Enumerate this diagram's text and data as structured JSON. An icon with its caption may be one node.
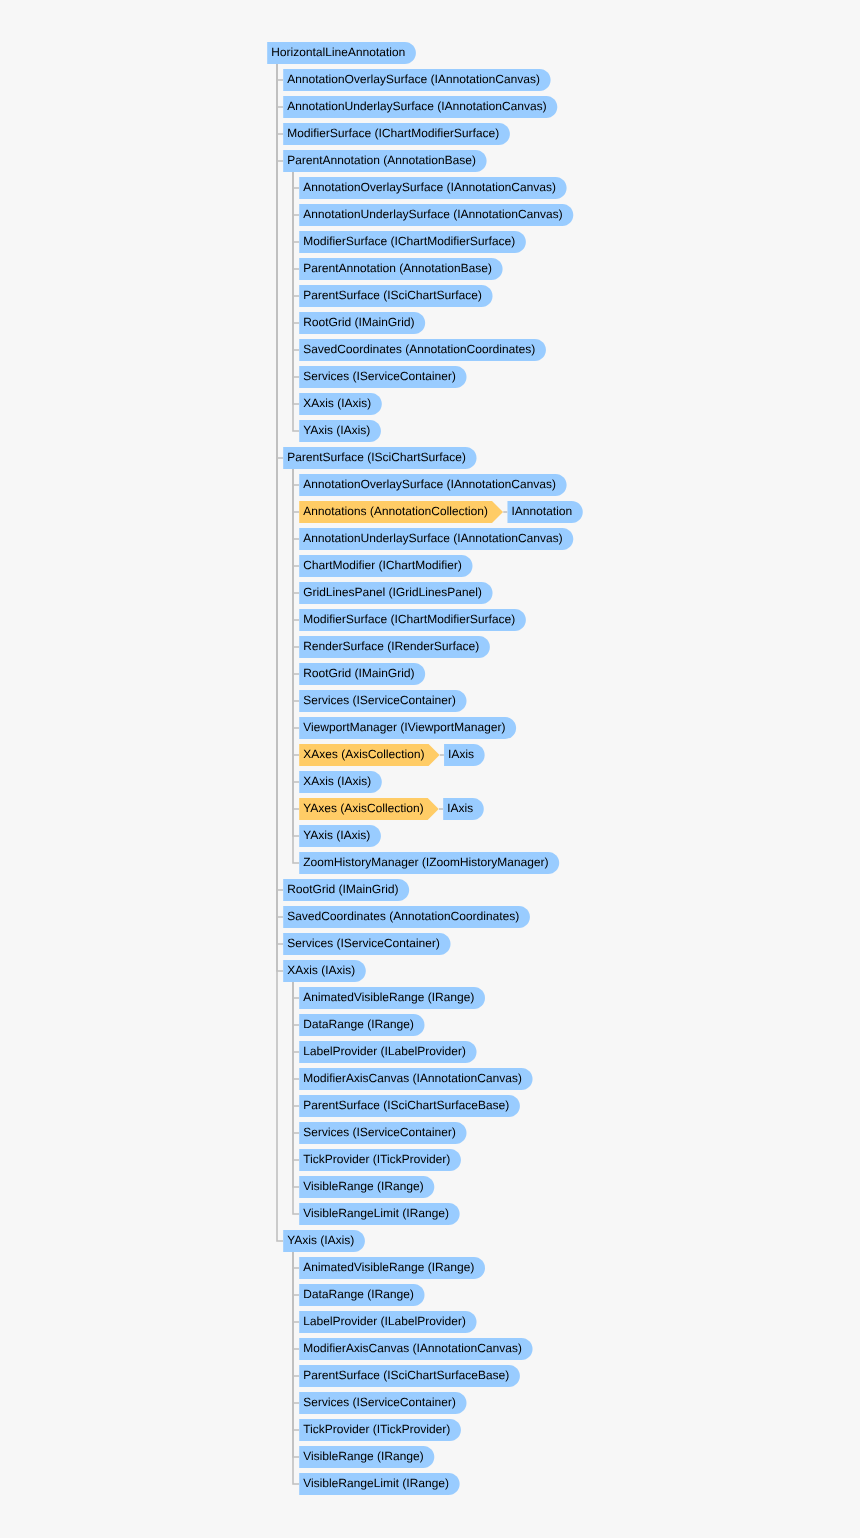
{
  "diagram": {
    "nodes": [
      {
        "text": [
          "HorizontalLineAnnotation"
        ]
      },
      {
        "text": [
          "AnnotationOverlaySurface (IAnnotationCanvas)"
        ]
      },
      {
        "text": [
          "AnnotationUnderlaySurface (IAnnotationCanvas)"
        ]
      },
      {
        "text": [
          "ModifierSurface (IChartModifierSurface)"
        ]
      },
      {
        "text": [
          "ParentAnnotation (AnnotationBase)"
        ]
      },
      {
        "text": [
          "AnnotationOverlaySurface (IAnnotationCanvas)"
        ]
      },
      {
        "text": [
          "AnnotationUnderlaySurface (IAnnotationCanvas)"
        ]
      },
      {
        "text": [
          "ModifierSurface (IChartModifierSurface)"
        ]
      },
      {
        "text": [
          "ParentAnnotation (AnnotationBase)"
        ]
      },
      {
        "text": [
          "ParentSurface (ISciChartSurface)"
        ]
      },
      {
        "text": [
          "RootGrid (IMainGrid)"
        ]
      },
      {
        "text": [
          "SavedCoordinates (AnnotationCoordinates)"
        ]
      },
      {
        "text": [
          "Services (IServiceContainer)"
        ]
      },
      {
        "text": [
          "XAxis (IAxis)"
        ]
      },
      {
        "text": [
          "YAxis (IAxis)"
        ]
      },
      {
        "text": [
          "ParentSurface (ISciChartSurface)"
        ]
      },
      {
        "text": [
          "AnnotationOverlaySurface (IAnnotationCanvas)"
        ]
      },
      {
        "text": [
          "Annotations (AnnotationCollection)"
        ]
      },
      {
        "text": [
          "IAnnotation"
        ]
      },
      {
        "text": [
          "AnnotationUnderlaySurface (IAnnotationCanvas)"
        ]
      },
      {
        "text": [
          "ChartModifier (IChartModifier)"
        ]
      },
      {
        "text": [
          "GridLinesPanel (IGridLinesPanel)"
        ]
      },
      {
        "text": [
          "ModifierSurface (IChartModifierSurface)"
        ]
      },
      {
        "text": [
          "RenderSurface (IRenderSurface)"
        ]
      },
      {
        "text": [
          "RootGrid (IMainGrid)"
        ]
      },
      {
        "text": [
          "Services (IServiceContainer)"
        ]
      },
      {
        "text": [
          "ViewportManager (IViewportManager)"
        ]
      },
      {
        "text": [
          "XAxes (AxisCollection)"
        ]
      },
      {
        "text": [
          "IAxis"
        ]
      },
      {
        "text": [
          "XAxis (IAxis)"
        ]
      },
      {
        "text": [
          "YAxes (AxisCollection)"
        ]
      },
      {
        "text": [
          "IAxis"
        ]
      },
      {
        "text": [
          "YAxis (IAxis)"
        ]
      },
      {
        "text": [
          "ZoomHistoryManager (IZoomHistoryManager)"
        ]
      },
      {
        "text": [
          "RootGrid (IMainGrid)"
        ]
      },
      {
        "text": [
          "SavedCoordinates (AnnotationCoordinates)"
        ]
      },
      {
        "text": [
          "Services (IServiceContainer)"
        ]
      },
      {
        "text": [
          "XAxis (IAxis)"
        ]
      },
      {
        "text": [
          "AnimatedVisibleRange (IRange)"
        ]
      },
      {
        "text": [
          "DataRange (IRange)"
        ]
      },
      {
        "text": [
          "LabelProvider (ILabelProvider)"
        ]
      },
      {
        "text": [
          "ModifierAxisCanvas (IAnnotationCanvas)"
        ]
      },
      {
        "text": [
          "ParentSurface (ISciChartSurfaceBase)"
        ]
      },
      {
        "text": [
          "Services (IServiceContainer)"
        ]
      },
      {
        "text": [
          "TickProvider (ITickProvider)"
        ]
      },
      {
        "text": [
          "VisibleRange (IRange)"
        ]
      },
      {
        "text": [
          "VisibleRangeLimit (IRange)"
        ]
      },
      {
        "text": [
          "YAxis (IAxis)"
        ]
      },
      {
        "text": [
          "AnimatedVisibleRange (IRange)"
        ]
      },
      {
        "text": [
          "DataRange (IRange)"
        ]
      },
      {
        "text": [
          "LabelProvider (ILabelProvider)"
        ]
      },
      {
        "text": [
          "ModifierAxisCanvas (IAnnotationCanvas)"
        ]
      },
      {
        "text": [
          "ParentSurface (ISciChartSurfaceBase)"
        ]
      },
      {
        "text": [
          "Services (IServiceContainer)"
        ]
      },
      {
        "text": [
          "TickProvider (ITickProvider)"
        ]
      },
      {
        "text": [
          "VisibleRange (IRange)"
        ]
      },
      {
        "text": [
          "VisibleRangeLimit (IRange)"
        ]
      }
    ],
    "edges": [
      {
        "from": 0,
        "to": 1,
        "arrow": "none"
      },
      {
        "from": 0,
        "to": 2,
        "arrow": "none"
      },
      {
        "from": 0,
        "to": 3,
        "arrow": "none"
      },
      {
        "from": 0,
        "to": 4,
        "arrow": "none"
      },
      {
        "from": 4,
        "to": 5,
        "arrow": "none"
      },
      {
        "from": 4,
        "to": 6,
        "arrow": "none"
      },
      {
        "from": 4,
        "to": 7,
        "arrow": "none"
      },
      {
        "from": 4,
        "to": 8,
        "arrow": "none"
      },
      {
        "from": 4,
        "to": 9,
        "arrow": "none"
      },
      {
        "from": 4,
        "to": 10,
        "arrow": "none"
      },
      {
        "from": 4,
        "to": 11,
        "arrow": "none"
      },
      {
        "from": 4,
        "to": 12,
        "arrow": "none"
      },
      {
        "from": 4,
        "to": 13,
        "arrow": "none"
      },
      {
        "from": 4,
        "to": 14,
        "arrow": "none"
      },
      {
        "from": 0,
        "to": 15,
        "arrow": "none"
      },
      {
        "from": 15,
        "to": 16,
        "arrow": "none"
      },
      {
        "from": 15,
        "to": 17,
        "arrow": "none"
      },
      {
        "from": 17,
        "to": 18,
        "arrow": "none"
      },
      {
        "from": 15,
        "to": 19,
        "arrow": "none"
      },
      {
        "from": 15,
        "to": 20,
        "arrow": "none"
      },
      {
        "from": 15,
        "to": 21,
        "arrow": "none"
      },
      {
        "from": 15,
        "to": 22,
        "arrow": "none"
      },
      {
        "from": 15,
        "to": 23,
        "arrow": "none"
      },
      {
        "from": 15,
        "to": 24,
        "arrow": "none"
      },
      {
        "from": 15,
        "to": 25,
        "arrow": "none"
      },
      {
        "from": 15,
        "to": 26,
        "arrow": "none"
      },
      {
        "from": 15,
        "to": 27,
        "arrow": "none"
      },
      {
        "from": 27,
        "to": 28,
        "arrow": "none"
      },
      {
        "from": 15,
        "to": 29,
        "arrow": "none"
      },
      {
        "from": 15,
        "to": 30,
        "arrow": "none"
      },
      {
        "from": 30,
        "to": 31,
        "arrow": "none"
      },
      {
        "from": 15,
        "to": 32,
        "arrow": "none"
      },
      {
        "from": 15,
        "to": 33,
        "arrow": "none"
      },
      {
        "from": 0,
        "to": 34,
        "arrow": "none"
      },
      {
        "from": 0,
        "to": 35,
        "arrow": "none"
      },
      {
        "from": 0,
        "to": 36,
        "arrow": "none"
      },
      {
        "from": 0,
        "to": 37,
        "arrow": "none"
      },
      {
        "from": 37,
        "to": 38,
        "arrow": "none"
      },
      {
        "from": 37,
        "to": 39,
        "arrow": "none"
      },
      {
        "from": 37,
        "to": 40,
        "arrow": "none"
      },
      {
        "from": 37,
        "to": 41,
        "arrow": "none"
      },
      {
        "from": 37,
        "to": 42,
        "arrow": "none"
      },
      {
        "from": 37,
        "to": 43,
        "arrow": "none"
      },
      {
        "from": 37,
        "to": 44,
        "arrow": "none"
      },
      {
        "from": 37,
        "to": 45,
        "arrow": "none"
      },
      {
        "from": 37,
        "to": 46,
        "arrow": "none"
      },
      {
        "from": 0,
        "to": 47,
        "arrow": "none"
      },
      {
        "from": 47,
        "to": 48,
        "arrow": "none"
      },
      {
        "from": 47,
        "to": 49,
        "arrow": "none"
      },
      {
        "from": 47,
        "to": 50,
        "arrow": "none"
      },
      {
        "from": 47,
        "to": 51,
        "arrow": "none"
      },
      {
        "from": 47,
        "to": 52,
        "arrow": "none"
      },
      {
        "from": 47,
        "to": 53,
        "arrow": "none"
      },
      {
        "from": 47,
        "to": 54,
        "arrow": "none"
      },
      {
        "from": 47,
        "to": 55,
        "arrow": "none"
      },
      {
        "from": 47,
        "to": 56,
        "arrow": "none"
      }
    ]
  }
}
